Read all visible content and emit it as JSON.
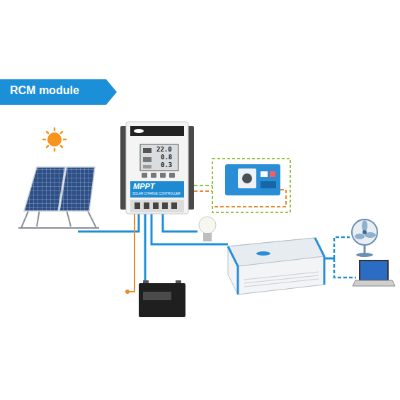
{
  "diagram": {
    "title": "RCM module",
    "labels": [
      "MPPT",
      "SOLAR CHARGE CONTROLLER",
      "22.0",
      "0.8",
      "0.3"
    ]
  }
}
